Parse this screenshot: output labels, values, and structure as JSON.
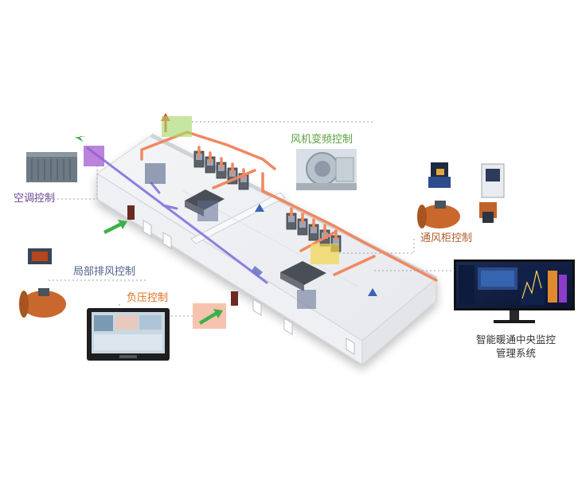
{
  "labels": {
    "ac_control": "空调控制",
    "fan_vfd_control": "风机变频控制",
    "local_exhaust_control": "局部排风控制",
    "fume_hood_control": "通风柜控制",
    "negative_pressure_control": "负压控制",
    "central_monitor_line1": "智能暖通中央监控",
    "central_monitor_line2": "管理系统"
  },
  "colors": {
    "ac_label": "#6e4b96",
    "fan_label": "#5aa03c",
    "exhaust_label": "#4d5f8c",
    "fume_label": "#b06030",
    "pressure_label": "#e07020",
    "exhaust_duct": "#f08860",
    "supply_duct": "#8c7fe0"
  }
}
